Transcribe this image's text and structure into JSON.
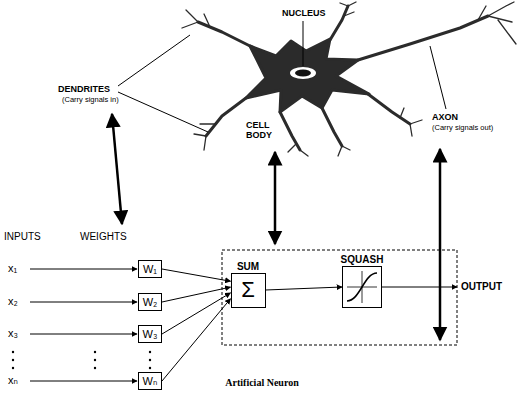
{
  "diagram": {
    "caption": "Artificial Neuron",
    "nodes": [
      {
        "text": [
          "W₁"
        ]
      },
      {
        "text": [
          "W₂"
        ]
      },
      {
        "text": [
          "W₃"
        ]
      },
      {
        "text": [
          "Wₙ"
        ]
      },
      {
        "text": [
          "SUM",
          "Σ"
        ]
      },
      {
        "text": [
          "SQUASH"
        ]
      }
    ],
    "edges": [
      {
        "from": 0,
        "to": 4,
        "arrow": "to"
      },
      {
        "from": 1,
        "to": 4,
        "arrow": "to"
      },
      {
        "from": 2,
        "to": 4,
        "arrow": "to"
      },
      {
        "from": 3,
        "to": 4,
        "arrow": "to"
      },
      {
        "from": 4,
        "to": 5,
        "arrow": "to"
      }
    ],
    "labels": [
      "NUCLEUS",
      "DENDRITES",
      "(Carry signals in)",
      "CELL BODY",
      "AXON",
      "(Carry signals out)",
      "INPUTS",
      "WEIGHTS",
      "x₁",
      "x₂",
      "x₃",
      "xₙ",
      "OUTPUT"
    ]
  }
}
